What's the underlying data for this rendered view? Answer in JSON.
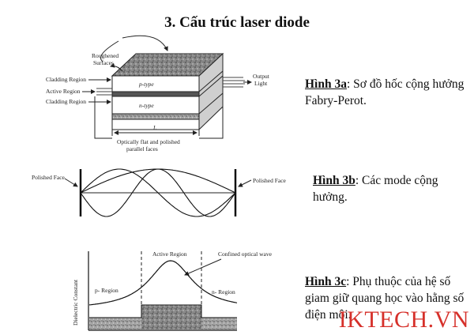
{
  "title": "3. Cấu trúc laser diode",
  "fig_a": {
    "caption_head": "Hình 3a",
    "caption_text": ": Sơ đồ hốc cộng hưởng Fabry-Perot.",
    "labels": {
      "roughened_1": "Roughened",
      "roughened_2": "Surfaces",
      "cladding_top": "Cladding Region",
      "active": "Active Region",
      "cladding_bottom": "Cladding Region",
      "ptype": "p-type",
      "ntype": "n-type",
      "output_1": "Output",
      "output_2": "Light",
      "length": "L",
      "polished_1": "Optically flat and polished",
      "polished_2": "parallel faces"
    }
  },
  "fig_b": {
    "caption_head": "Hình 3b",
    "caption_text": ": Các mode cộng hưởng.",
    "labels": {
      "left_face": "Polished Face",
      "right_face": "Polished Face"
    }
  },
  "fig_c": {
    "caption_head": "Hình 3c",
    "caption_text": ": Phụ thuộc của hệ số giam giữ quang học vào hằng số điện môi.",
    "labels": {
      "active": "Active Region",
      "wave": "Confined optical wave",
      "p_region": "p- Region",
      "n_region": "n- Region",
      "yaxis": "Dielectric Constant"
    }
  },
  "watermark": "IKTECH.VN",
  "colors": {
    "watermark": "#d6302a",
    "ink": "#111111"
  }
}
